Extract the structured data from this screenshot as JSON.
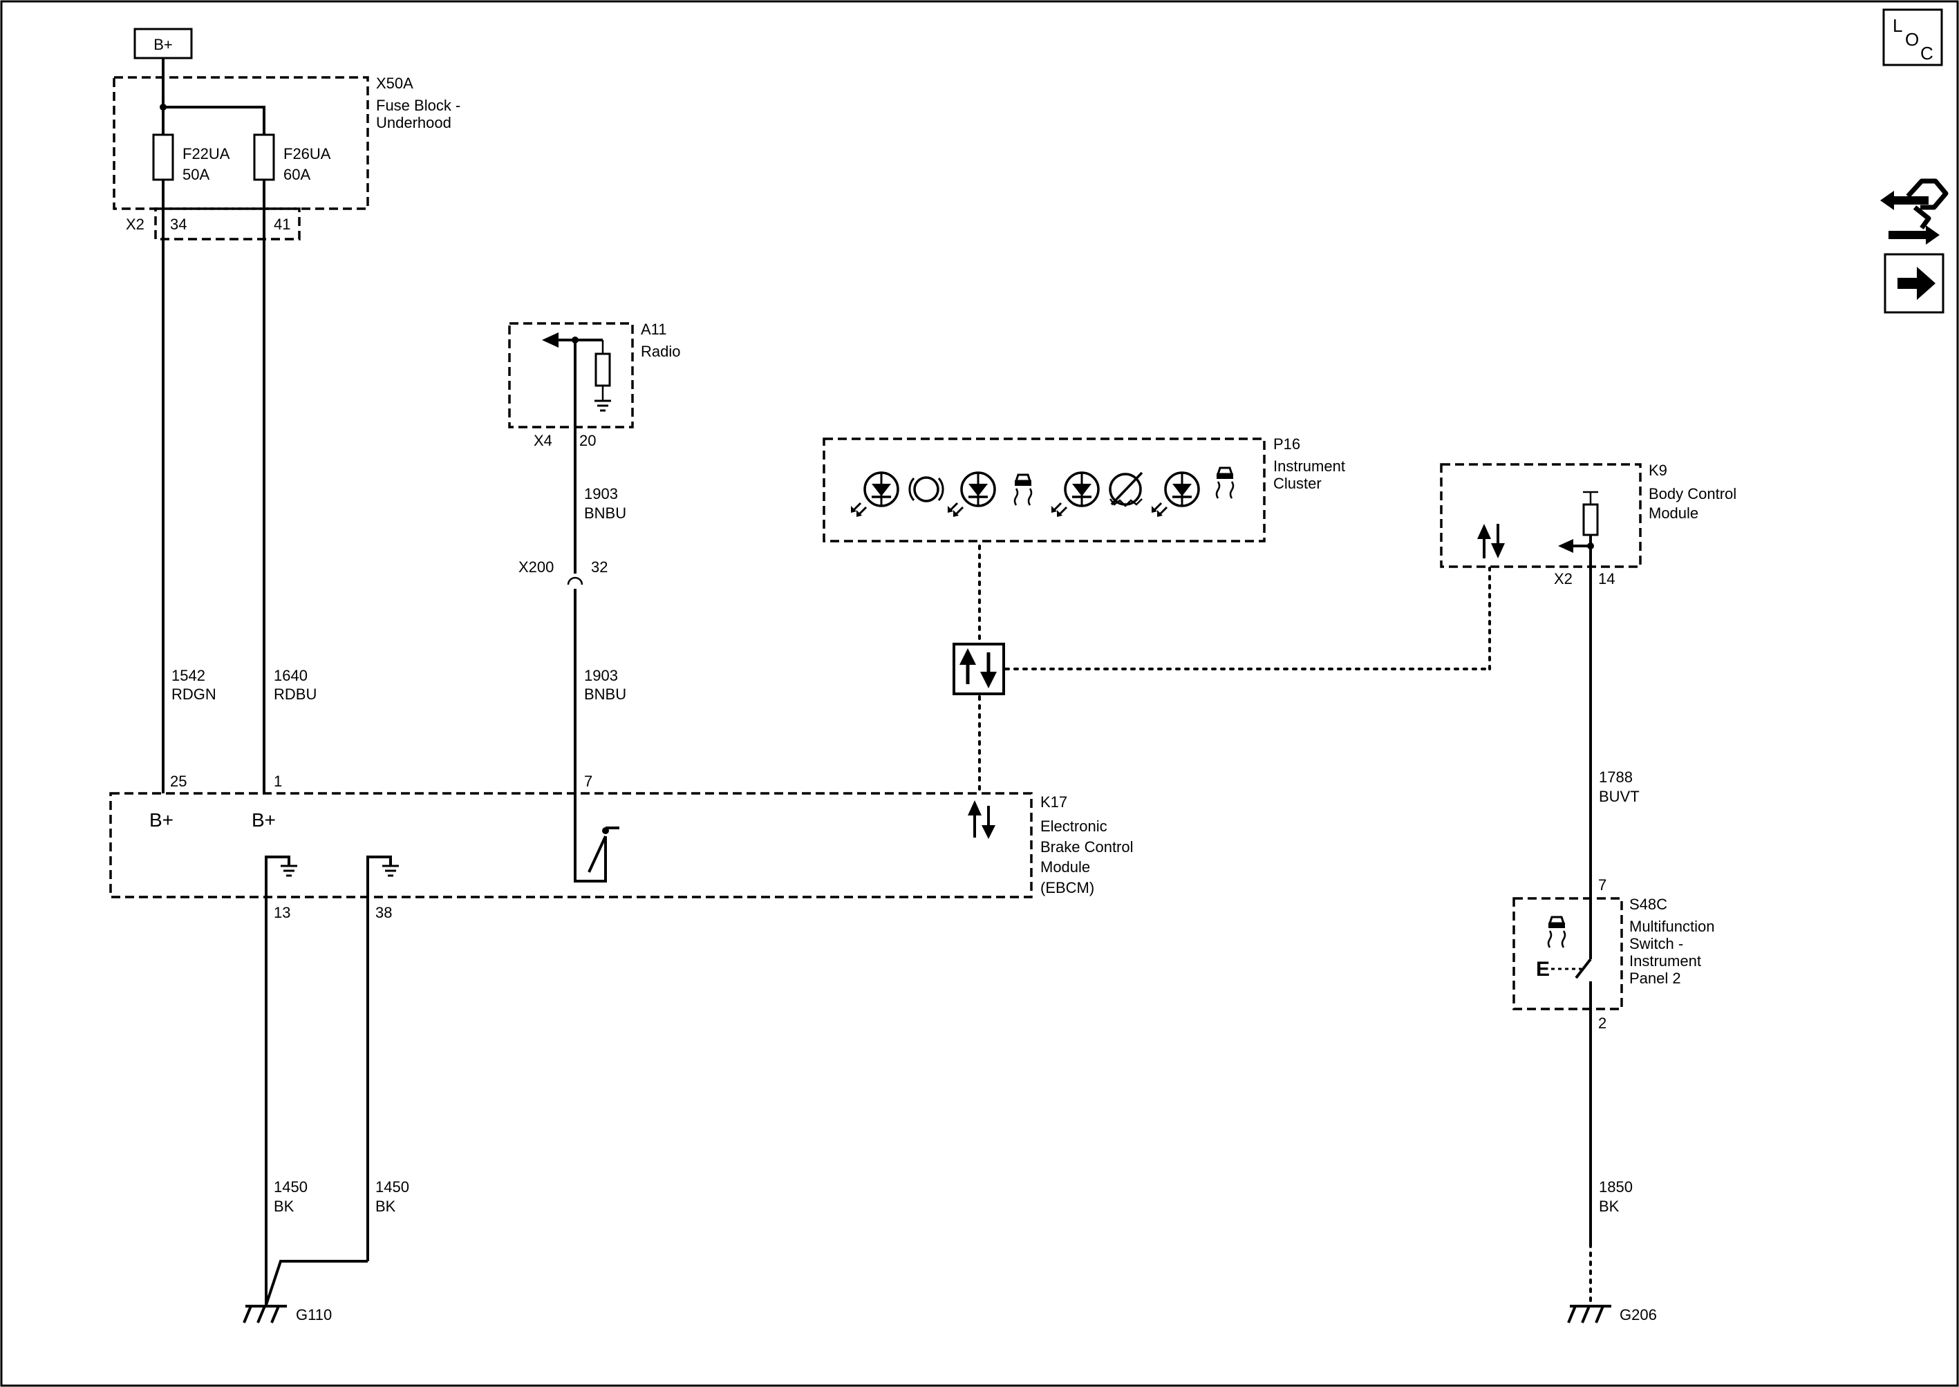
{
  "bplus_tag": "B+",
  "loc": {
    "l": "L",
    "o": "O",
    "c": "C"
  },
  "icons": [
    "loc-icon",
    "lifting-arrows-icon",
    "next-page-arrow-icon"
  ],
  "components": {
    "x50a": {
      "id": "X50A",
      "name_line1": "Fuse Block -",
      "name_line2": "Underhood",
      "fuse1_name": "F22UA",
      "fuse1_rating": "50A",
      "fuse2_name": "F26UA",
      "fuse2_rating": "60A",
      "connector": "X2",
      "pin1": "34",
      "pin2": "41"
    },
    "a11": {
      "id": "A11",
      "name": "Radio",
      "connector": "X4",
      "pin": "20"
    },
    "p16": {
      "id": "P16",
      "name_line1": "Instrument",
      "name_line2": "Cluster"
    },
    "k9": {
      "id": "K9",
      "name_line1": "Body Control",
      "name_line2": "Module",
      "connector": "X2",
      "pin": "14"
    },
    "k17": {
      "id": "K17",
      "name_line1": "Electronic",
      "name_line2": "Brake Control",
      "name_line3": "Module",
      "name_line4": "(EBCM)",
      "pin_25": "25",
      "pin_1": "1",
      "pin_7": "7",
      "pin_13": "13",
      "pin_38": "38",
      "bplus1": "B+",
      "bplus2": "B+"
    },
    "s48c": {
      "id": "S48C",
      "name_line1": "Multifunction",
      "name_line2": "Switch -",
      "name_line3": "Instrument",
      "name_line4": "Panel 2",
      "pin_top": "7",
      "pin_bottom": "2",
      "e_label": "E"
    },
    "x200": {
      "id": "X200",
      "pin": "32"
    },
    "g110": {
      "id": "G110"
    },
    "g206": {
      "id": "G206"
    }
  },
  "wires": {
    "w1542": {
      "circuit": "1542",
      "color": "RDGN"
    },
    "w1640": {
      "circuit": "1640",
      "color": "RDBU"
    },
    "w1903a": {
      "circuit": "1903",
      "color": "BNBU"
    },
    "w1903b": {
      "circuit": "1903",
      "color": "BNBU"
    },
    "w1788": {
      "circuit": "1788",
      "color": "BUVT"
    },
    "w1450a": {
      "circuit": "1450",
      "color": "BK"
    },
    "w1450b": {
      "circuit": "1450",
      "color": "BK"
    },
    "w1850": {
      "circuit": "1850",
      "color": "BK"
    }
  }
}
